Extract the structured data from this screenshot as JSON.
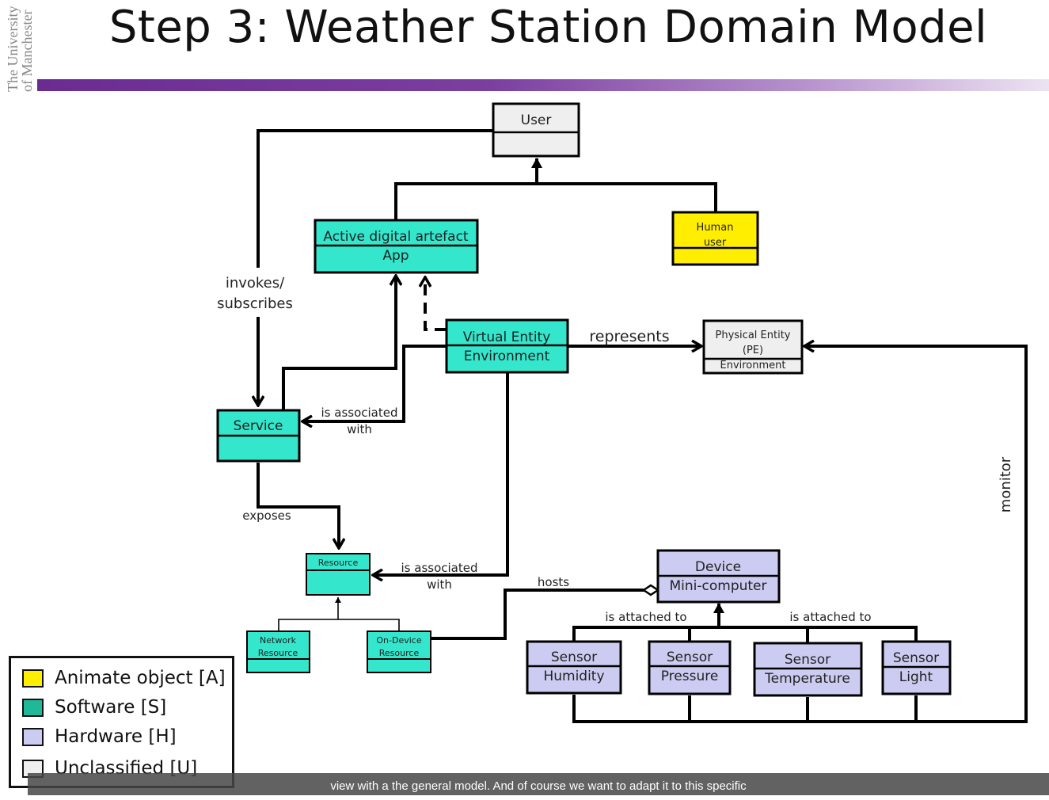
{
  "slide": {
    "title": "Step 3: Weather Station Domain Model",
    "logo_text": "The University of Manchester",
    "banner_color": "#6a2c91"
  },
  "colors": {
    "animate": "#ffee00",
    "software": "#33e6cc",
    "hardware": "#ccccf2",
    "unclassified": "#efefef"
  },
  "nodes": {
    "user": {
      "line1": "User"
    },
    "human_user": {
      "line1": "Human",
      "line2": "user"
    },
    "app": {
      "line1": "Active digital artefact",
      "line2": "App"
    },
    "virtual_entity": {
      "line1": "Virtual Entity",
      "line2": "Environment"
    },
    "physical_entity": {
      "line1": "Physical Entity",
      "line2": "(PE)",
      "line3": "Environment"
    },
    "service": {
      "line1": "Service"
    },
    "resource": {
      "line1": "Resource"
    },
    "network_resource": {
      "line1": "Network",
      "line2": "Resource"
    },
    "on_device_resource": {
      "line1": "On-Device",
      "line2": "Resource"
    },
    "device": {
      "line1": "Device",
      "line2": "Mini-computer"
    },
    "sensor_humidity": {
      "line1": "Sensor",
      "line2": "Humidity"
    },
    "sensor_pressure": {
      "line1": "Sensor",
      "line2": "Pressure"
    },
    "sensor_temperature": {
      "line1": "Sensor",
      "line2": "Temperature"
    },
    "sensor_light": {
      "line1": "Sensor",
      "line2": "Light"
    }
  },
  "edges": {
    "invokes": {
      "line1": "invokes/",
      "line2": "subscribes"
    },
    "represents": "represents",
    "assoc_service": {
      "line1": "is associated",
      "line2": "with"
    },
    "exposes": "exposes",
    "assoc_resource": {
      "line1": "is associated",
      "line2": "with"
    },
    "hosts": "hosts",
    "attached_left": "is attached to",
    "attached_right": "is attached to",
    "monitor": "monitor"
  },
  "legend": [
    {
      "label": "Animate object [A]",
      "color": "#ffee00"
    },
    {
      "label": "Software [S]",
      "color": "#1fb99a"
    },
    {
      "label": "Hardware [H]",
      "color": "#ccccf2"
    },
    {
      "label": "Unclassified [U]",
      "color": "#efefef"
    }
  ],
  "subtitle_caption": "view with a the general model. And of course we want to adapt it to this specific"
}
